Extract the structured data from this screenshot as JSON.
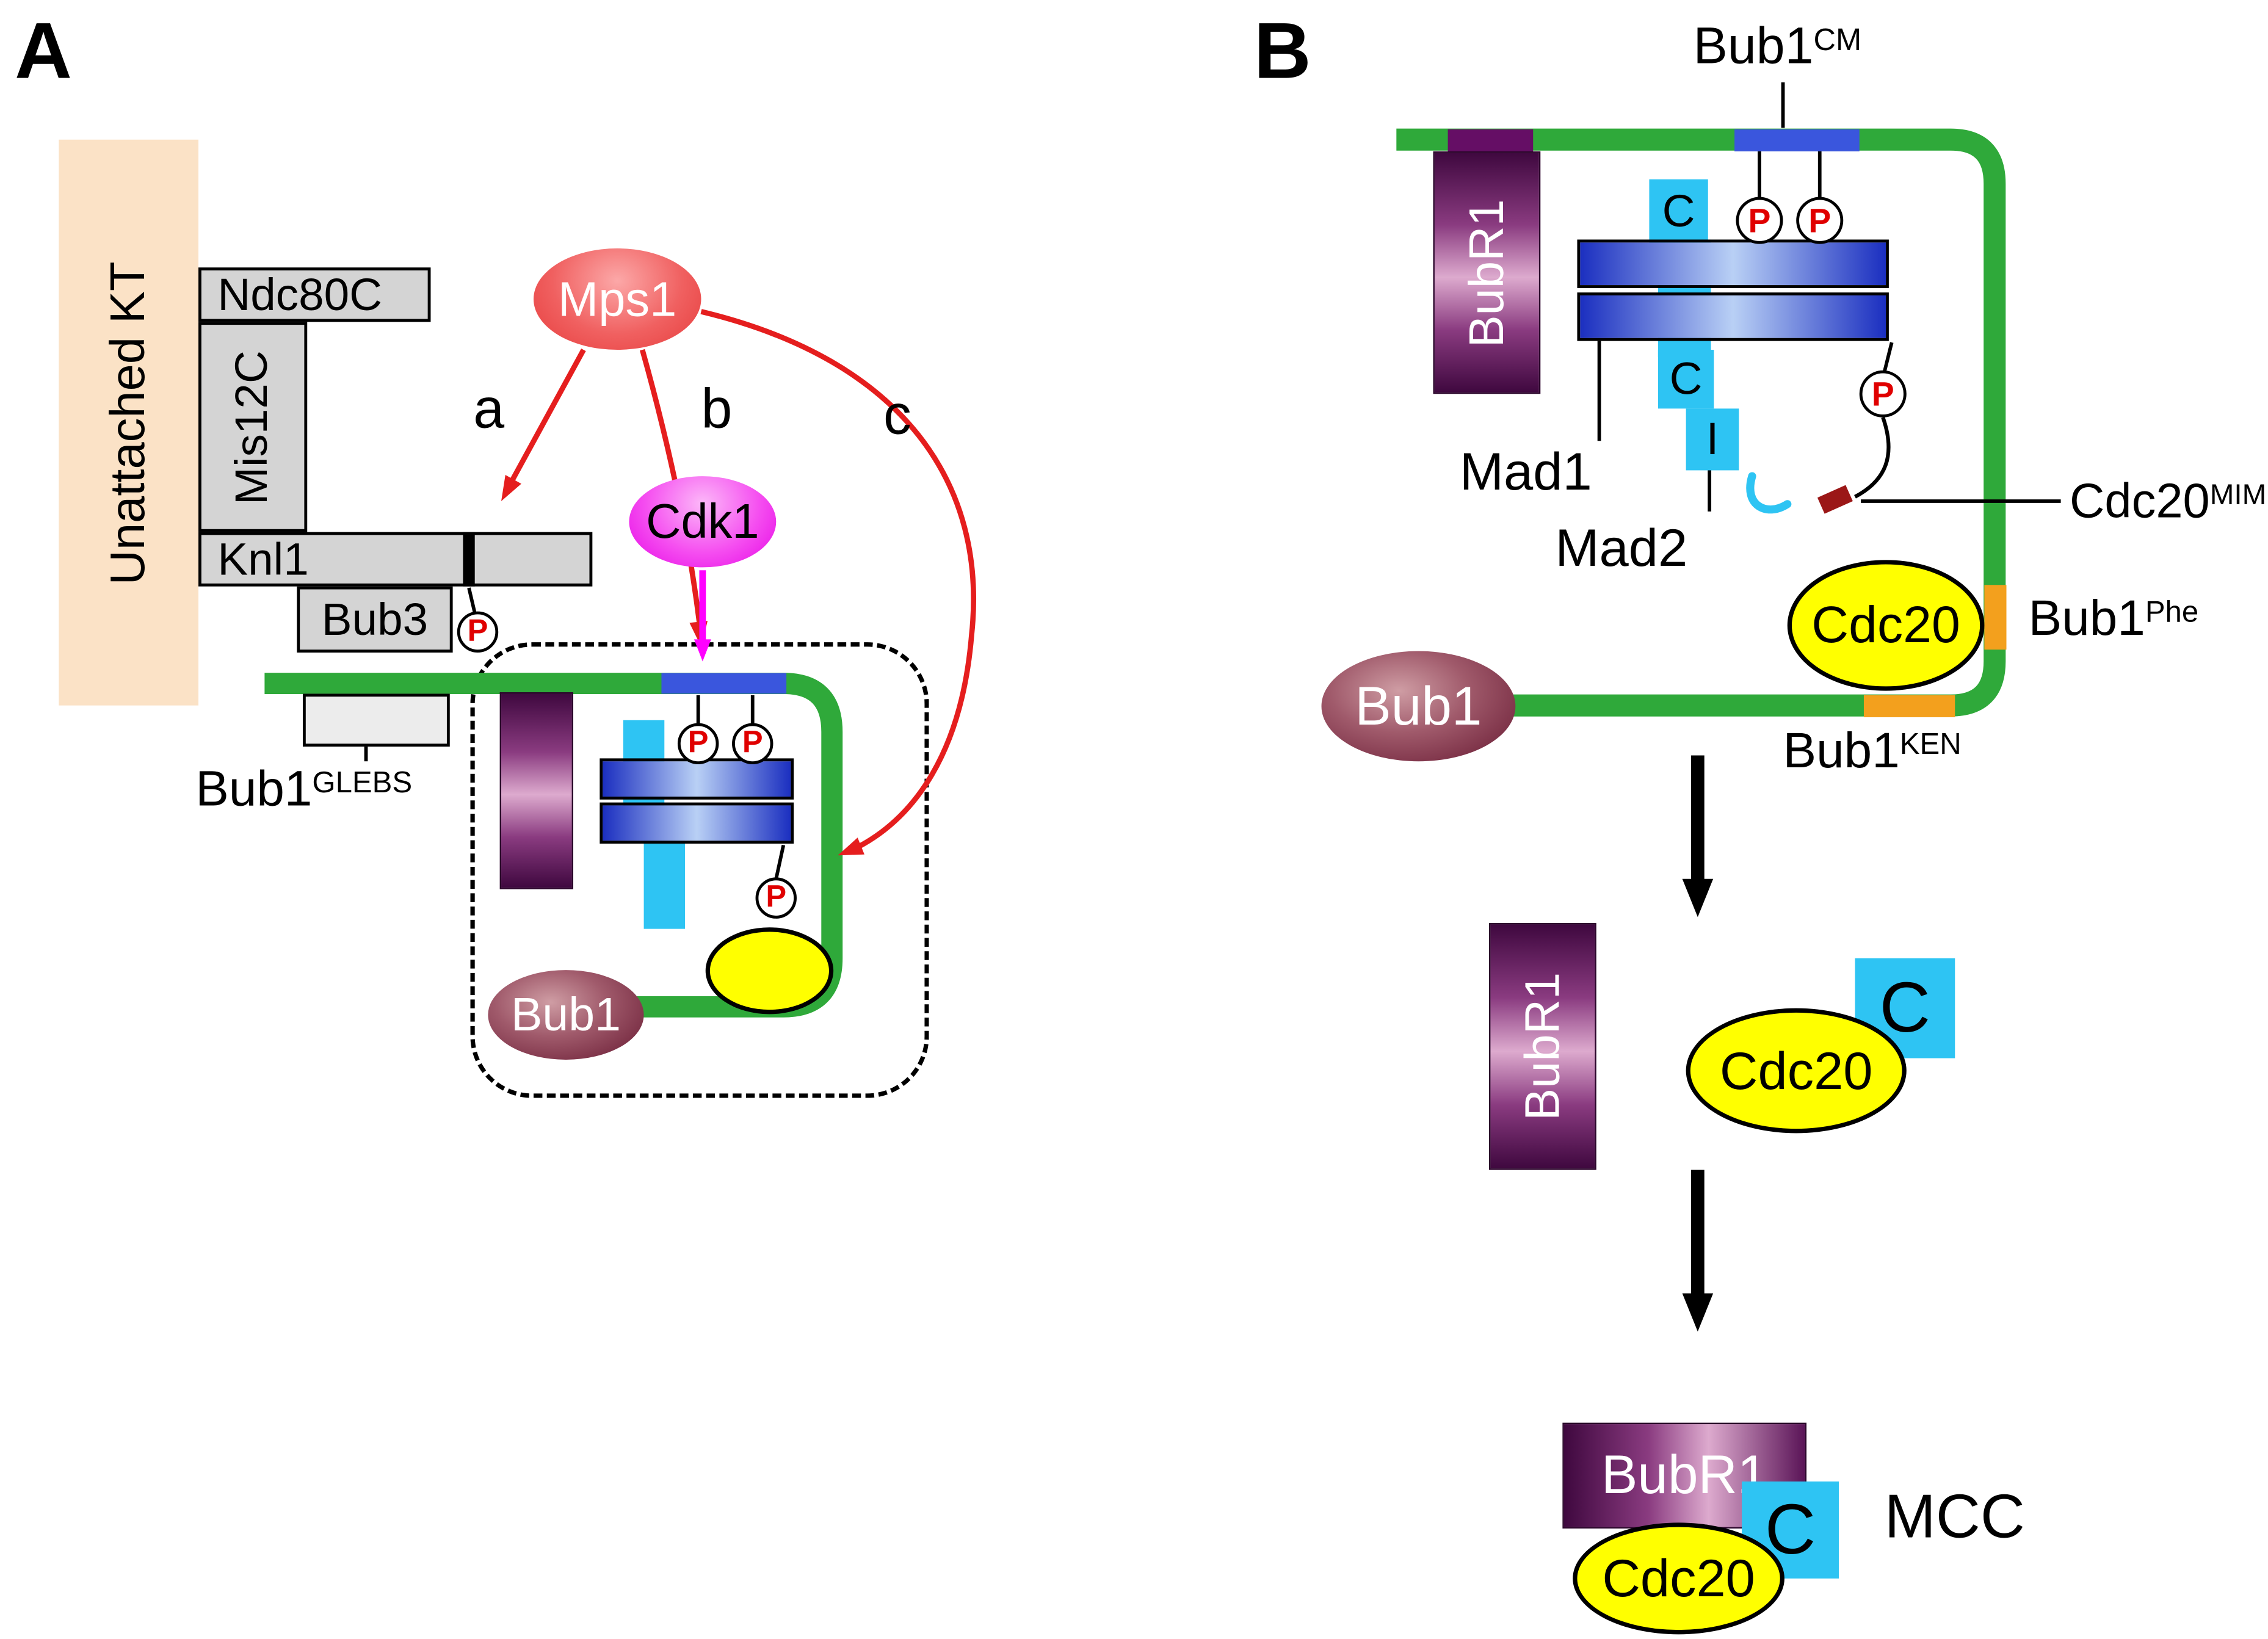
{
  "panel_a": {
    "label": "A",
    "kt": "Unattached KT",
    "ndc80c": "Ndc80C",
    "mis12c": "Mis12C",
    "knl1": "Knl1",
    "bub3": "Bub3",
    "mps1": "Mps1",
    "cdk1": "Cdk1",
    "arrow_a": "a",
    "arrow_b": "b",
    "arrow_c": "c",
    "glebs_base": "Bub1",
    "glebs_sup": "GLEBS",
    "bub1": "Bub1",
    "p": "P"
  },
  "panel_b": {
    "label": "B",
    "cm_base": "Bub1",
    "cm_sup": "CM",
    "bubr1": "BubR1",
    "c": "C",
    "i": "I",
    "mad1": "Mad1",
    "mad2": "Mad2",
    "p": "P",
    "mim_base": "Cdc20",
    "mim_sup": "MIM",
    "cdc20": "Cdc20",
    "phe_base": "Bub1",
    "phe_sup": "Phe",
    "ken_base": "Bub1",
    "ken_sup": "KEN",
    "bub1": "Bub1",
    "mcc": "MCC"
  },
  "colors": {
    "green": "#2fa93a",
    "cyan": "#2ec4f3",
    "blue_segment": "#3a56dd",
    "purple_segment": "#650e65",
    "orange": "#f3a01d",
    "yellow": "#ffff00",
    "red": "#e51e1e",
    "magenta": "#ff00ff",
    "mim_red": "#9b1717",
    "tan": "#fbe2c6",
    "gray": "#d4d4d4"
  }
}
